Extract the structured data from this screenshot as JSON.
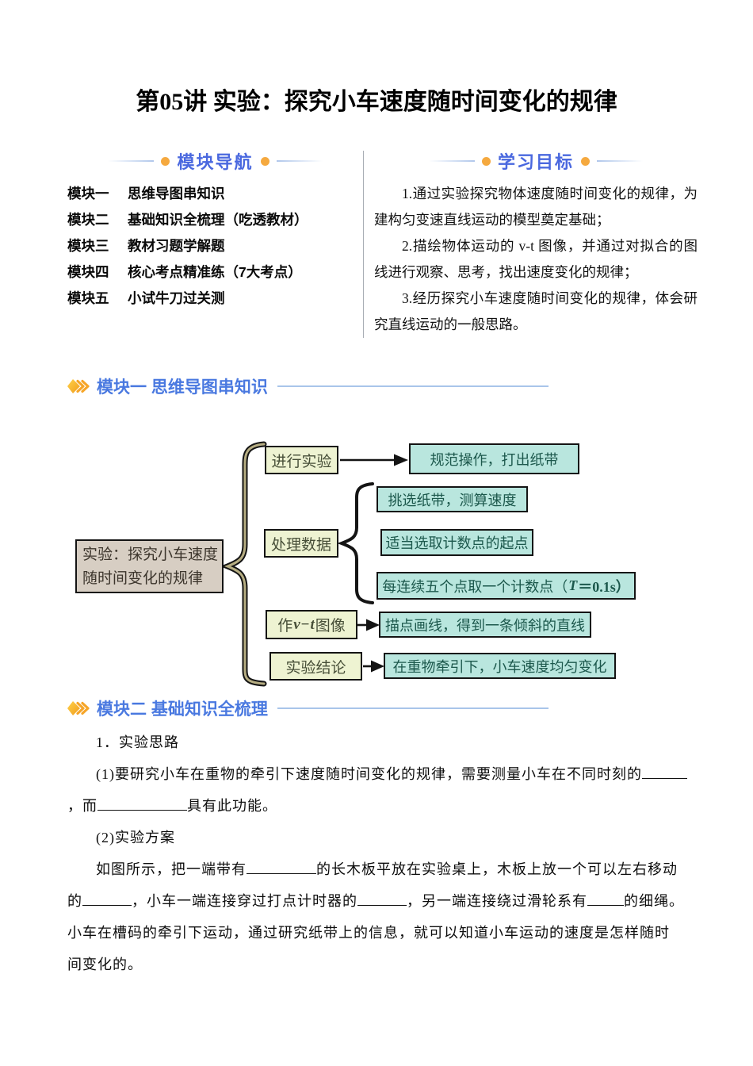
{
  "title": "第05讲 实验：探究小车速度随时间变化的规律",
  "nav": {
    "header": "模块导航",
    "items": [
      {
        "no": "模块一",
        "label": "思维导图串知识"
      },
      {
        "no": "模块二",
        "label": "基础知识全梳理（吃透教材）"
      },
      {
        "no": "模块三",
        "label": "教材习题学解题"
      },
      {
        "no": "模块四",
        "label": "核心考点精准练（7大考点）"
      },
      {
        "no": "模块五",
        "label": "小试牛刀过关测"
      }
    ]
  },
  "objectives": {
    "header": "学习目标",
    "items": [
      "1.通过实验探究物体速度随时间变化的规律，为建构匀变速直线运动的模型奠定基础；",
      "2.描绘物体运动的 v-t 图像，并通过对拟合的图线进行观察、思考，找出速度变化的规律；",
      "3.经历探究小车速度随时间变化的规律，体会研究直线运动的一般思路。"
    ]
  },
  "module1": {
    "title": "模块一 思维导图串知识"
  },
  "module2": {
    "title": "模块二 基础知识全梳理"
  },
  "mindmap": {
    "root": {
      "line1": "实验：探究小车速度",
      "line2": "随时间变化的规律"
    },
    "b1": {
      "label": "进行实验",
      "leaf": "规范操作，打出纸带"
    },
    "b2": {
      "label": "处理数据",
      "leaves": [
        "挑选纸带，测算速度",
        "适当选取计数点的起点"
      ],
      "leaf3_pre": "每连续五个点取一个计数点（",
      "leaf3_t": "T",
      "leaf3_post": "＝0.1s）"
    },
    "b3": {
      "pre": "作",
      "v": "v",
      "minus": "−",
      "t": "t",
      "post": "图像",
      "leaf": "描点画线，得到一条倾斜的直线"
    },
    "b4": {
      "label": "实验结论",
      "leaf": "在重物牵引下，小车速度均匀变化"
    }
  },
  "content": {
    "s1": "1．实验思路",
    "p1_a": "(1)要研究小车在重物的牵引下速度随时间变化的规律，需要测量小车在不同时刻的",
    "p1_b": "，而",
    "p1_c": "具有此功能。",
    "s2": "(2)实验方案",
    "p2_a": "如图所示，把一端带有",
    "p2_b": "的长木板平放在实验桌上，木板上放一个可以左右移动",
    "p2_c": "的",
    "p2_d": "，小车一端连接穿过打点计时器的",
    "p2_e": "，另一端连接绕过滑轮系有",
    "p2_f": "的细绳。",
    "p2_g": "小车在槽码的牵引下运动，通过研究纸带上的信息，就可以知道小车运动的速度是怎样随时",
    "p2_h": "间变化的。"
  },
  "colors": {
    "accent_blue": "#4a68df",
    "orange_dot": "#f5a93f",
    "light_blue_line": "#a9c5ea",
    "mindmap_root_bg": "#d7cec3",
    "mindmap_mid_bg": "#eef3d2",
    "mindmap_leaf_bg": "#b9e6de"
  }
}
